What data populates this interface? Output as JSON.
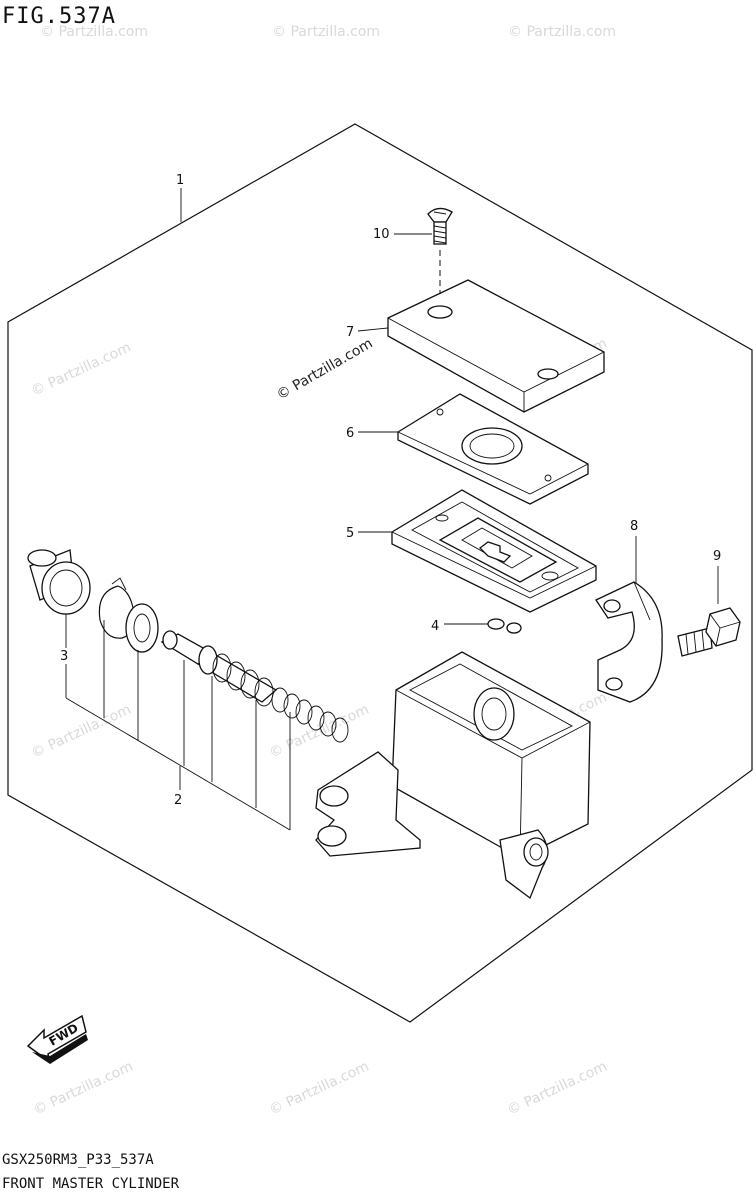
{
  "figure": {
    "title": "FIG.537A",
    "code": "GSX250RM3_P33_537A",
    "name": "FRONT MASTER CYLINDER"
  },
  "watermark": {
    "text": "© Partzilla.com"
  },
  "direction_badge": {
    "label": "FWD"
  },
  "callouts": [
    {
      "number": "1"
    },
    {
      "number": "2"
    },
    {
      "number": "3"
    },
    {
      "number": "4"
    },
    {
      "number": "5"
    },
    {
      "number": "6"
    },
    {
      "number": "7"
    },
    {
      "number": "8"
    },
    {
      "number": "9"
    },
    {
      "number": "10"
    }
  ]
}
